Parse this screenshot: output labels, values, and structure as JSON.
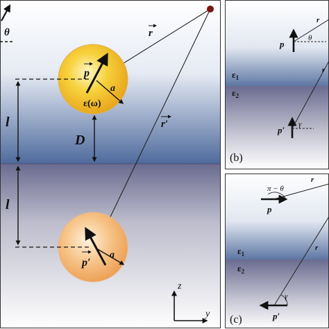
{
  "panel_a": {
    "theta": "θ",
    "r": "r",
    "r_prime": "r′",
    "p": "p",
    "p_prime": "p′",
    "a_top": "a",
    "a_bottom": "a",
    "eps_omega": "ε(ω)",
    "l_top": "l",
    "l_bottom": "l",
    "D": "D",
    "axis_z": "z",
    "axis_y": "y"
  },
  "panel_b": {
    "p": "p",
    "p_prime": "p′",
    "theta": "θ",
    "gamma": "γ",
    "r": "r",
    "r_prime": "r",
    "eps1": "ε",
    "eps1_sub": "1",
    "eps2": "ε",
    "eps2_sub": "2",
    "tag": "(b)"
  },
  "panel_c": {
    "pi_minus_theta": "π − θ",
    "p": "p",
    "p_prime": "p′",
    "r": "r",
    "r_prime": "r",
    "gamma": "γ",
    "eps1": "ε",
    "eps1_sub": "1",
    "eps2": "ε",
    "eps2_sub": "2",
    "tag": "(c)"
  },
  "colors": {
    "upper_bg": "#5d76a3",
    "lower_bg": "#6b6a8f",
    "sphere_top": "#f2c12e",
    "sphere_bottom": "#f0a75c",
    "frame": "#333333",
    "point": "#7a1510"
  }
}
